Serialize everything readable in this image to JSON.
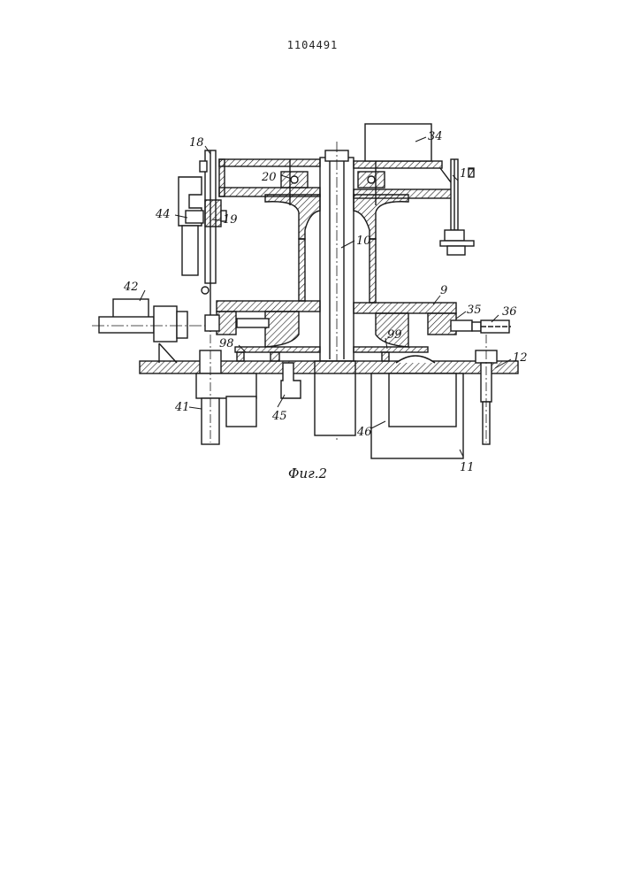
{
  "document": {
    "patent_number": "1104491",
    "figure_caption": "Фиг.2"
  },
  "labels": {
    "l9": "9",
    "l10": "10",
    "l11": "11",
    "l12": "12",
    "l17": "17",
    "l18": "18",
    "l19": "19",
    "l20": "20",
    "l34": "34",
    "l35": "35",
    "l36": "36",
    "l41": "41",
    "l42": "42",
    "l44": "44",
    "l45": "45",
    "l46": "46",
    "l98": "98",
    "l99": "99"
  },
  "colors": {
    "ink": "#1a1a1a",
    "paper": "#ffffff"
  }
}
